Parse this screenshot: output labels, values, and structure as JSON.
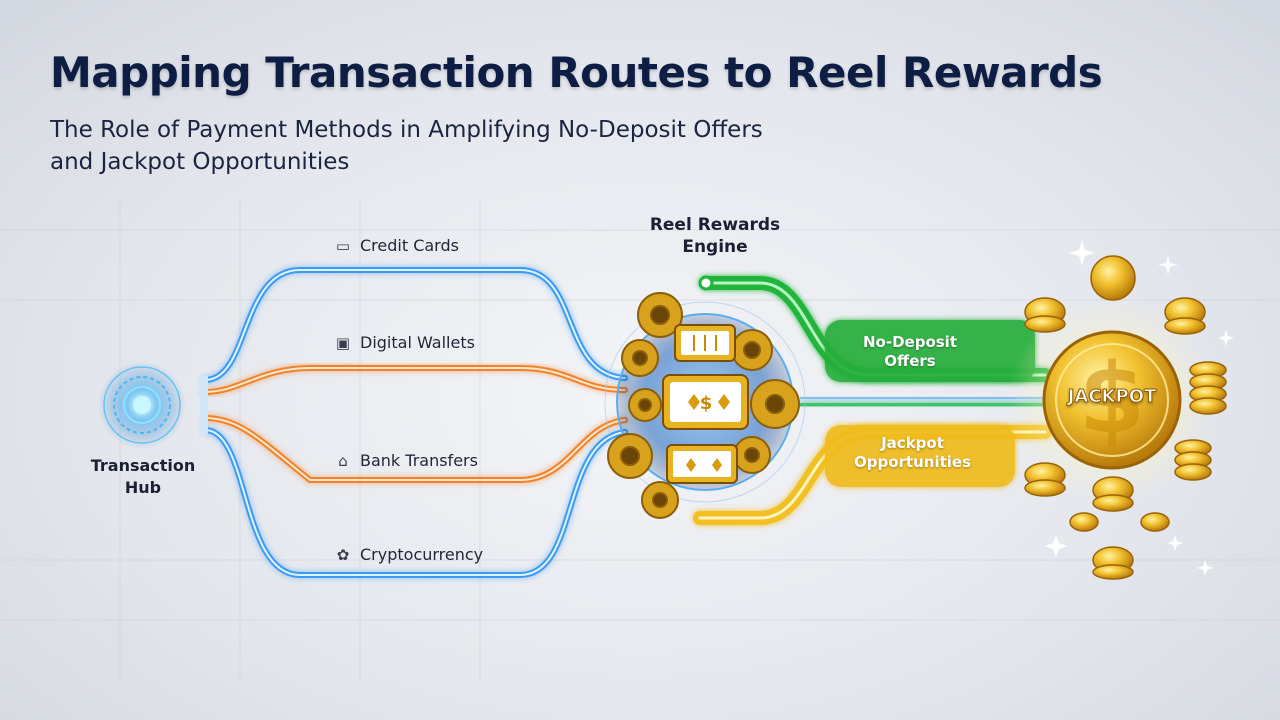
{
  "header": {
    "title": "Mapping Transaction Routes to Reel Rewards",
    "subtitle_line1": "The Role of Payment Methods in Amplifying No-Deposit Offers",
    "subtitle_line2": "and Jackpot Opportunities"
  },
  "nodes": {
    "hub": {
      "label_line1": "Transaction",
      "label_line2": "Hub"
    },
    "engine": {
      "label_line1": "Reel Rewards",
      "label_line2": "Engine"
    },
    "jackpot": {
      "label": "JACKPOT"
    }
  },
  "payment_methods": [
    {
      "label": "Credit Cards",
      "icon": "credit-card-icon",
      "color": "#3b9bf0"
    },
    {
      "label": "Digital Wallets",
      "icon": "wallet-icon",
      "color": "#f0842a"
    },
    {
      "label": "Bank Transfers",
      "icon": "bank-icon",
      "color": "#f0842a"
    },
    {
      "label": "Cryptocurrency",
      "icon": "crypto-icon",
      "color": "#3b9bf0"
    }
  ],
  "outputs": [
    {
      "label_line1": "No-Deposit",
      "label_line2": "Offers",
      "color": "#22b53a"
    },
    {
      "label_line1": "Jackpot",
      "label_line2": "Opportunities",
      "color": "#f2c021"
    }
  ],
  "colors": {
    "title": "#0d1d44",
    "blue_route": "#3b9bf0",
    "orange_route": "#f0842a",
    "green_route": "#22b53a",
    "gold_route": "#f2c021",
    "coin_gold": "#e5a81a"
  },
  "icons": {
    "currency": "dollar-sign"
  }
}
